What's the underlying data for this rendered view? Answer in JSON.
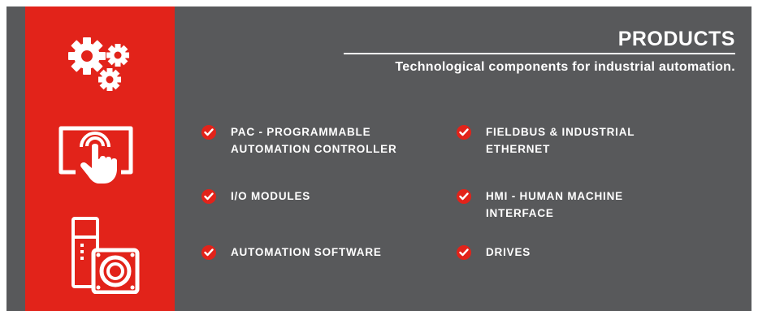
{
  "header": {
    "title": "PRODUCTS",
    "subtitle": "Technological components for industrial automation."
  },
  "sidebar": {
    "icons": [
      "gears-icon",
      "touchscreen-hand-icon",
      "cabinet-motor-icon"
    ]
  },
  "colors": {
    "accent": "#e2231a",
    "background": "#58595b",
    "text": "#ffffff"
  },
  "products": {
    "left": [
      {
        "label": "PAC - PROGRAMMABLE\nAUTOMATION CONTROLLER"
      },
      {
        "label": "I/O MODULES"
      },
      {
        "label": "AUTOMATION SOFTWARE"
      }
    ],
    "right": [
      {
        "label": "FIELDBUS & INDUSTRIAL\nETHERNET"
      },
      {
        "label": "HMI - HUMAN MACHINE\nINTERFACE"
      },
      {
        "label": "DRIVES"
      }
    ]
  }
}
